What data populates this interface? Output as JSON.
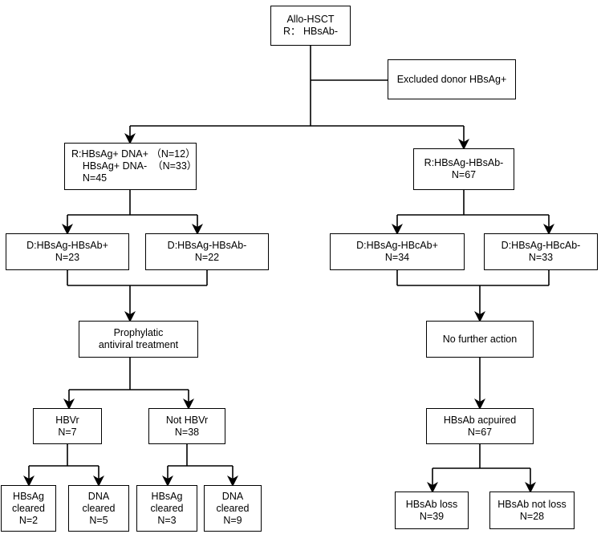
{
  "colors": {
    "line": "#000000",
    "box_border": "#000000",
    "background": "#ffffff",
    "text": "#000000"
  },
  "nodes": {
    "root": {
      "lines": [
        "Allo-HSCT",
        "R： HBsAb-"
      ]
    },
    "excluded": {
      "lines": [
        "Excluded donor HBsAg+"
      ]
    },
    "left_r": {
      "lines": [
        "R:HBsAg+ DNA+ （N=12）",
        "    HBsAg+ DNA-  （N=33）",
        "    N=45"
      ]
    },
    "right_r": {
      "lines": [
        "R:HBsAg-HBsAb-",
        "N=67"
      ]
    },
    "d_hbsab_pos": {
      "lines": [
        "D:HBsAg-HBsAb+",
        "N=23"
      ]
    },
    "d_hbsab_neg": {
      "lines": [
        "D:HBsAg-HBsAb-",
        "N=22"
      ]
    },
    "d_hbcab_pos": {
      "lines": [
        "D:HBsAg-HBcAb+",
        "N=34"
      ]
    },
    "d_hbcab_neg": {
      "lines": [
        "D:HBsAg-HBcAb-",
        "N=33"
      ]
    },
    "prophylactic": {
      "lines": [
        "Prophylatic",
        "antiviral treatment"
      ]
    },
    "no_action": {
      "lines": [
        "No further action"
      ]
    },
    "hbvr": {
      "lines": [
        "HBVr",
        "N=7"
      ]
    },
    "not_hbvr": {
      "lines": [
        "Not HBVr",
        "N=38"
      ]
    },
    "hbsab_acquired": {
      "lines": [
        "HBsAb acpuired",
        "N=67"
      ]
    },
    "hbsag_cleared_1": {
      "lines": [
        "HBsAg",
        "cleared",
        "N=2"
      ]
    },
    "dna_cleared_1": {
      "lines": [
        "DNA",
        "cleared",
        "N=5"
      ]
    },
    "hbsag_cleared_2": {
      "lines": [
        "HBsAg",
        "cleared",
        "N=3"
      ]
    },
    "dna_cleared_2": {
      "lines": [
        "DNA",
        "cleared",
        "N=9"
      ]
    },
    "hbsab_loss": {
      "lines": [
        "HBsAb loss",
        "N=39"
      ]
    },
    "hbsab_not_loss": {
      "lines": [
        "HBsAb not loss",
        "N=28"
      ]
    }
  }
}
